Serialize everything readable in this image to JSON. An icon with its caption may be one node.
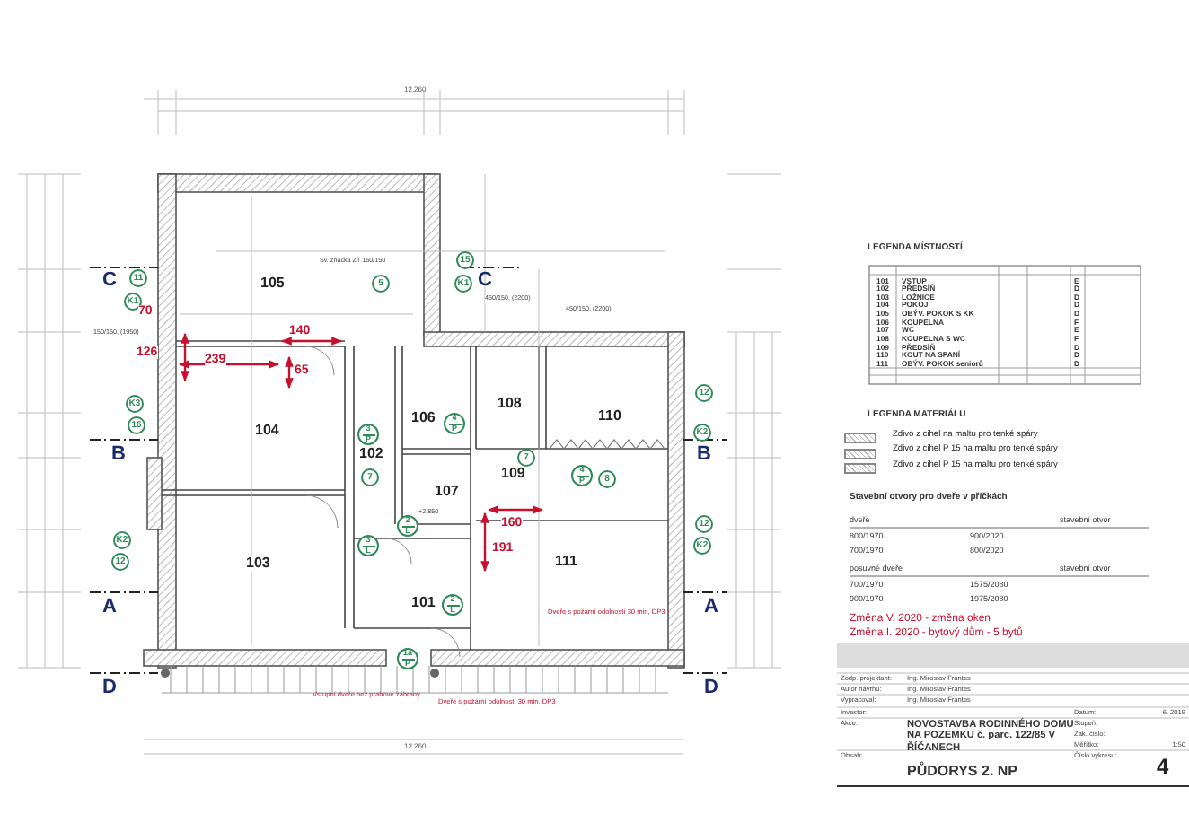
{
  "diagram": {
    "nodes": [
      {
        "text": [
          "11"
        ]
      },
      {
        "text": [
          "K1"
        ]
      },
      {
        "text": [
          "K3"
        ]
      },
      {
        "text": [
          "16"
        ]
      },
      {
        "text": [
          "5"
        ]
      },
      {
        "text": [
          "15"
        ]
      },
      {
        "text": [
          "K1"
        ]
      },
      {
        "text": [
          "K2"
        ]
      },
      {
        "text": [
          "12"
        ]
      },
      {
        "text": [
          "3",
          "P"
        ]
      },
      {
        "text": [
          "7"
        ]
      },
      {
        "text": [
          "3",
          "L"
        ]
      },
      {
        "text": [
          "2",
          "L"
        ]
      },
      {
        "text": [
          "1a",
          "P"
        ]
      },
      {
        "text": [
          "4",
          "P"
        ]
      },
      {
        "text": [
          "7"
        ]
      },
      {
        "text": [
          "4",
          "P"
        ]
      },
      {
        "text": [
          "8"
        ]
      },
      {
        "text": [
          "2",
          "L"
        ]
      },
      {
        "text": [
          "12"
        ]
      },
      {
        "text": [
          "K2"
        ]
      },
      {
        "text": [
          "12"
        ]
      },
      {
        "text": [
          "K2"
        ]
      }
    ],
    "labels": [
      "12.260",
      "C",
      "105",
      "Sv. značka ZT 150/150",
      "C",
      "450/150, (2200)",
      "450/150, (2200)",
      "70",
      "150/150, (1950)",
      "140",
      "126",
      "239",
      "65",
      "106",
      "108",
      "110",
      "104",
      "B",
      "102",
      "B",
      "107",
      "109",
      "+2,850",
      "160",
      "191",
      "103",
      "111",
      "A",
      "101",
      "A",
      "Dveře s požární odolností 30 min, DP3",
      "D",
      "D",
      "Vstupní dveře bez prahové zábrany",
      "Dveře s požární odolností 30 min, DP3",
      "12.260",
      "LEGENDA MÍSTNOSTÍ",
      "101",
      "VSTUP",
      "E",
      "102",
      "PŘEDSÍŇ",
      "D",
      "103",
      "LOŽNICE",
      "D",
      "104",
      "POKOJ",
      "D",
      "105",
      "OBÝV. POKOK S KK",
      "D",
      "106",
      "KOUPELNA",
      "F",
      "107",
      "WC",
      "E",
      "108",
      "KOUPELNA S WC",
      "F",
      "109",
      "PŘEDSÍŇ",
      "D",
      "110",
      "KOUT NA SPANÍ",
      "D",
      "111",
      "OBÝV. POKOK seniorů",
      "D",
      "LEGENDA MATERIÁLU",
      "Stavební otvory pro dveře v příčkách",
      "dveře",
      "stavební otvor",
      "800/1970",
      "900/2020",
      "700/1970",
      "800/2020",
      "posuvné dveře",
      "stavební otvor",
      "700/1970",
      "1575/2080",
      "900/1970",
      "1975/2080",
      "Změna V. 2020 - změna oken",
      "Změna I. 2020 - bytový dům - 5 bytů",
      "Zodp. projektant:",
      "Ing. Miroslav Frantes",
      "Autor návrhu:",
      "Ing. Miroslav Frantes",
      "Vypracoval:",
      "Ing. Miroslav Frantes",
      "Investor:",
      "Datum:",
      "6. 2019",
      "Akce:",
      "NOVOSTAVBA RODINNÉHO DOMU NA POZEMKU č. parc. 122/85 V ŘÍČANECH",
      "Stupeň:",
      "Zak. číslo:",
      "Měřítko:",
      "1:50",
      "Obsah:",
      "Číslo výkresu:",
      "PŮDORYS 2. NP",
      "4"
    ],
    "legend": [
      {
        "text": "Zdivo z cihel na maltu pro tenké spáry"
      },
      {
        "text": "Zdivo z cihel P 15 na maltu pro tenké spáry"
      },
      {
        "text": "Zdivo z cihel P 15 na maltu pro tenké spáry"
      }
    ]
  }
}
